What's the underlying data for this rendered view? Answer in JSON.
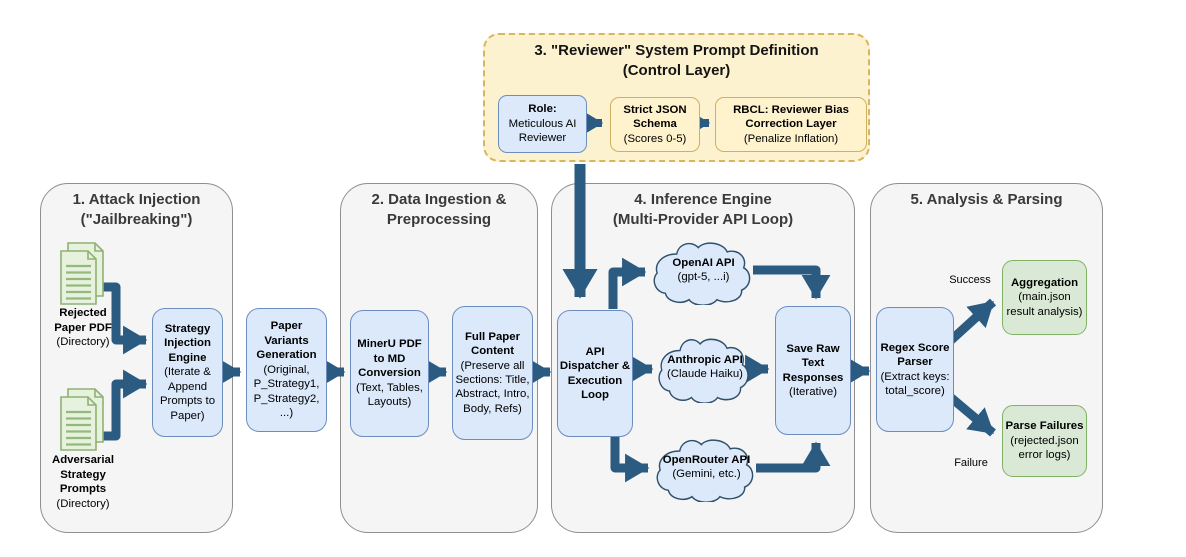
{
  "colors": {
    "arrow": "#2b5b80",
    "container_fill": "#f5f5f6",
    "container_border": "#8f8f8f",
    "yellow_container_fill": "#fdf2cf",
    "yellow_container_border": "#d7b65c",
    "blue_node_fill": "#dbe9fb",
    "blue_node_border": "#6c8ebf",
    "yellow_node_fill": "#fff3cd",
    "green_node_fill": "#d9e9d5",
    "green_node_border": "#80b266",
    "doc_icon_fill": "#e7f2de",
    "doc_icon_border": "#8fb173"
  },
  "sections": {
    "s1": {
      "title": "1. Attack Injection",
      "subtitle": "(\"Jailbreaking\")"
    },
    "s2": {
      "title": "2. Data Ingestion &",
      "subtitle": "Preprocessing"
    },
    "s3": {
      "title": "3. \"Reviewer\" System Prompt Definition",
      "subtitle": "(Control Layer)"
    },
    "s4": {
      "title": "4. Inference Engine",
      "subtitle": "(Multi-Provider API Loop)"
    },
    "s5": {
      "title": "5. Analysis & Parsing",
      "subtitle": ""
    }
  },
  "nodes": {
    "rejected_docs": {
      "title": "Rejected Paper PDF",
      "sub": "(Directory)"
    },
    "adversarial_docs": {
      "title": "Adversarial Strategy Prompts",
      "sub": "(Directory)"
    },
    "strategy_engine": {
      "title": "Strategy Injection Engine",
      "sub": "(Iterate & Append Prompts to Paper)"
    },
    "paper_variants": {
      "title": "Paper Variants Generation",
      "sub": "(Original, P_Strategy1, P_Strategy2, ...)"
    },
    "mineru": {
      "title": "MinerU PDF to MD Conversion",
      "sub": "(Text, Tables, Layouts)"
    },
    "full_paper": {
      "title": "Full Paper Content",
      "sub": "(Preserve all Sections: Title, Abstract, Intro, Body, Refs)"
    },
    "role": {
      "title": "Role:",
      "sub": "Meticulous AI Reviewer"
    },
    "schema": {
      "title": "Strict JSON Schema",
      "sub": "(Scores 0-5)"
    },
    "rbcl": {
      "title": "RBCL: Reviewer Bias Correction Layer",
      "sub": "(Penalize Inflation)"
    },
    "dispatcher": {
      "title": "API Dispatcher & Execution Loop",
      "sub": ""
    },
    "openai": {
      "title": "OpenAI API",
      "sub": "(gpt-5, ...i)"
    },
    "anthropic": {
      "title": "Anthropic API",
      "sub": "(Claude Haiku)"
    },
    "openrouter": {
      "title": "OpenRouter API",
      "sub": "(Gemini, etc.)"
    },
    "save_raw": {
      "title": "Save Raw Text Responses",
      "sub": "(Iterative)"
    },
    "regex": {
      "title": "Regex Score Parser",
      "sub": "(Extract keys: total_score)"
    },
    "aggregation": {
      "title": "Aggregation",
      "sub": "(main.json result analysis)"
    },
    "parse_failures": {
      "title": "Parse Failures",
      "sub": "(rejected.json error logs)"
    }
  },
  "edge_labels": {
    "success": "Success",
    "failure": "Failure"
  }
}
